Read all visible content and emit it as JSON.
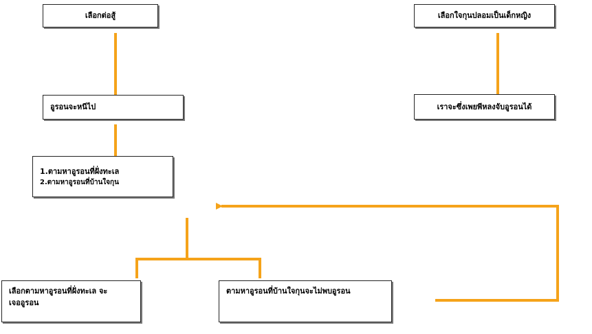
{
  "diagram": {
    "nodes": {
      "fight": {
        "label": "เลือกต่อสู้"
      },
      "disguise": {
        "label": "เลือกใจกุนปลอมเป็นเด็กหญิง"
      },
      "flee": {
        "label": "อูรอนจะหนีไป"
      },
      "seduce": {
        "label": "เราจะซึ่งเพยพีหลงจับอูรอนได้"
      },
      "search": {
        "line1": "1.ตามหาอูรอนที่ฝั่งทะเล",
        "line2": "2.ตามหาอูรอนที่บ้านใจกุน"
      },
      "sea": {
        "line1": "เลือกตามหาอูรอนที่ฝั่งทะเล จะ",
        "line2": "เจออูรอน"
      },
      "home": {
        "label": "ตามหาอูรอนที่บ้านใจกุนจะไม่พบอูรอน"
      }
    },
    "colors": {
      "connector": "#f5a31a",
      "border": "#222222",
      "shadow": "#7a7a7a"
    }
  }
}
